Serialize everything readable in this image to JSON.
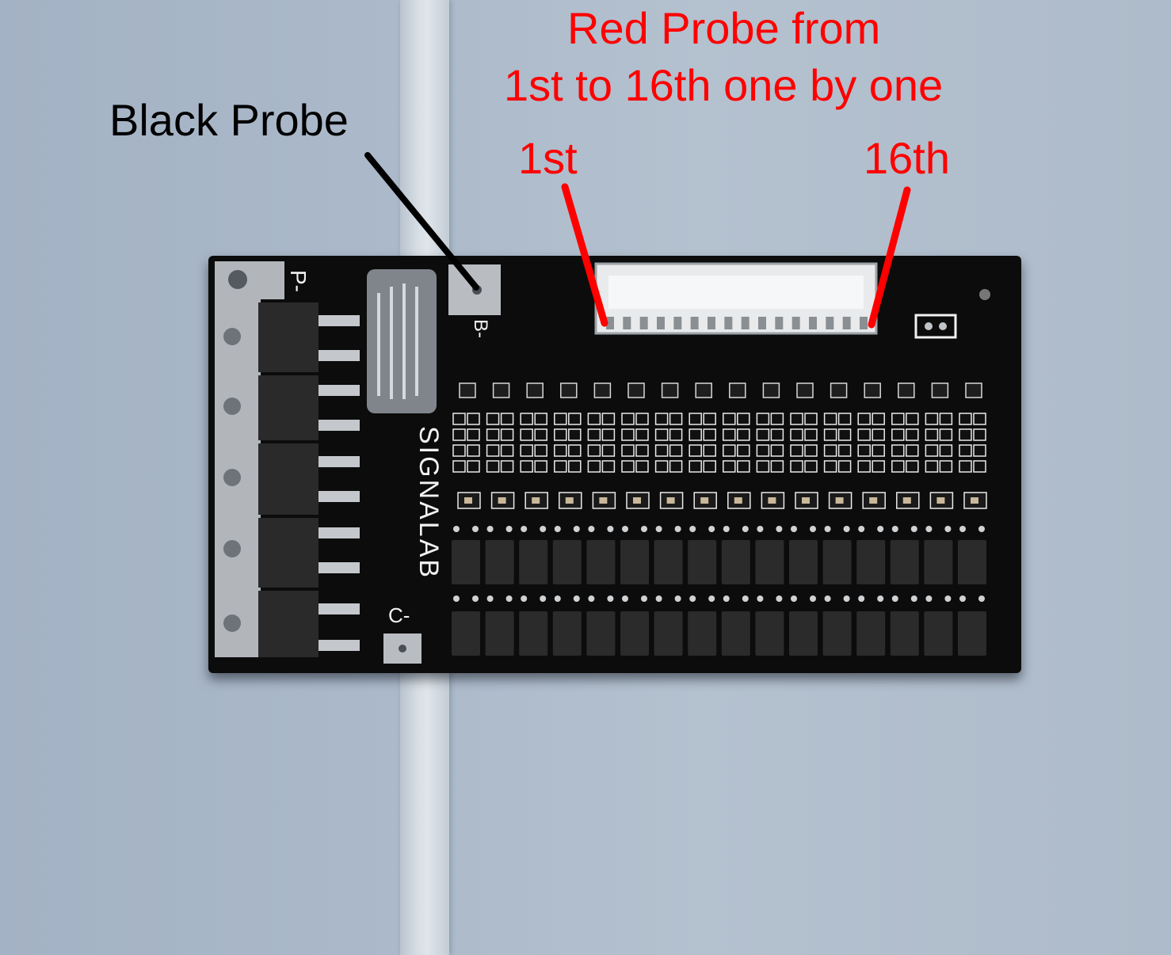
{
  "annotations": {
    "black_probe_label": "Black Probe",
    "red_probe_line1": "Red Probe from",
    "red_probe_line2": "1st to 16th one by one",
    "first_label": "1st",
    "last_label": "16th"
  },
  "board": {
    "p_minus": "P-",
    "b_minus": "B-",
    "c_minus": "C-",
    "brand": "SIGNALAB",
    "connector_pins": 16,
    "channels": 16
  },
  "colors": {
    "red": "#ff0000",
    "black": "#000000",
    "pcb": "#0c0c0c",
    "silkscreen": "#f2f2f2",
    "metal": "#b9bdc2"
  }
}
